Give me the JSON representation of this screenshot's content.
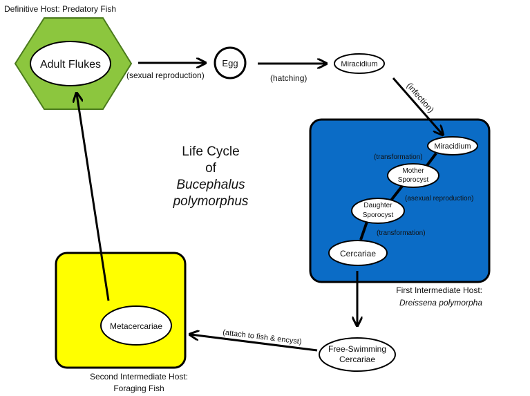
{
  "title": {
    "line1": "Life Cycle",
    "line2": "of",
    "line3": "Bucephalus",
    "line4": "polymorphus"
  },
  "hosts": {
    "definitive": "Definitive Host:  Predatory Fish",
    "first_line1": "First Intermediate Host:",
    "first_line2": "Dreissena polymorpha",
    "second_line1": "Second Intermediate Host:",
    "second_line2": "Foraging Fish"
  },
  "stages": {
    "adult": "Adult Flukes",
    "egg": "Egg",
    "miracidium_outer": "Miracidium",
    "miracidium_inner": "Miracidium",
    "mother_l1": "Mother",
    "mother_l2": "Sporocyst",
    "daughter_l1": "Daughter",
    "daughter_l2": "Sporocyst",
    "cercariae": "Cercariae",
    "free_l1": "Free-Swimming",
    "free_l2": "Cercariae",
    "metacercariae": "Metacercariae"
  },
  "processes": {
    "sexual": "(sexual reproduction)",
    "hatching": "(hatching)",
    "infection": "(infection)",
    "transformation1": "(transformation)",
    "asexual": "(asexual reproduction)",
    "transformation2": "(transformation)",
    "attach": "(attach to fish & encyst)"
  },
  "colors": {
    "green": "#8cc63e",
    "blue": "#0b6cc6",
    "yellow": "#ffff00",
    "outline": "#000000"
  }
}
